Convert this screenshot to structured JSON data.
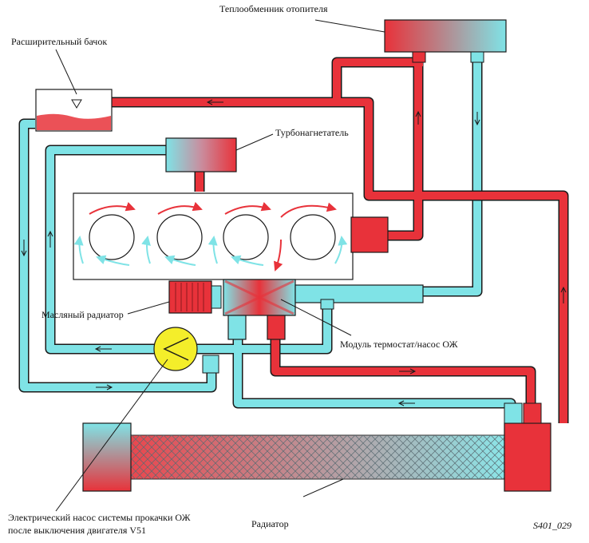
{
  "labels": {
    "heater": "Теплообменник отопителя",
    "expansion_tank": "Расширительный бачок",
    "turbocharger": "Турбонагнетатель",
    "oil_cooler": "Масляный радиатор",
    "thermostat_module": "Модуль термостат/насос ОЖ",
    "pump_line1": "Электрический насос системы прокачки ОЖ",
    "pump_line2": "после выключения двигателя V51",
    "radiator": "Радиатор",
    "figure_code": "S401_029"
  },
  "colors": {
    "hot": "#e8323a",
    "cold": "#7fe3e6",
    "outline": "#1a1a1a",
    "pump": "#f4ee2a"
  }
}
